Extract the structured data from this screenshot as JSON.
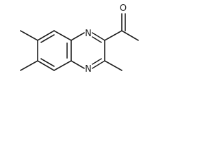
{
  "molecule": {
    "atoms": {
      "n_top": "N",
      "n_bottom": "N",
      "o_carbonyl": "O"
    }
  },
  "colors": {
    "stroke": "#202020",
    "background": "#ffffff"
  }
}
